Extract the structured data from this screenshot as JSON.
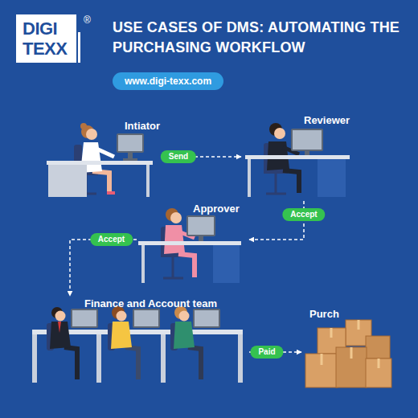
{
  "diagram": {
    "title": "USE CASES OF DMS: AUTOMATING THE PURCHASING WORKFLOW",
    "nodes": [
      {
        "text": [
          "DIGI TEXX"
        ]
      },
      {
        "text": [
          "www.digi-texx.com"
        ]
      },
      {
        "text": [
          "Intiator"
        ]
      },
      {
        "text": [
          "Reviewer"
        ]
      },
      {
        "text": [
          "Approver"
        ]
      },
      {
        "text": [
          "Finance and Account team"
        ]
      },
      {
        "text": [
          "Purch"
        ]
      }
    ],
    "edges": [
      {
        "from": 2,
        "to": 3,
        "label": "Send",
        "arrow": "to"
      },
      {
        "from": 3,
        "to": 4,
        "label": "Accept",
        "arrow": "to"
      },
      {
        "from": 4,
        "to": 5,
        "label": "Accept",
        "arrow": "to"
      },
      {
        "from": 5,
        "to": 6,
        "label": "Paid",
        "arrow": "to"
      }
    ],
    "labels": [
      "®"
    ]
  }
}
